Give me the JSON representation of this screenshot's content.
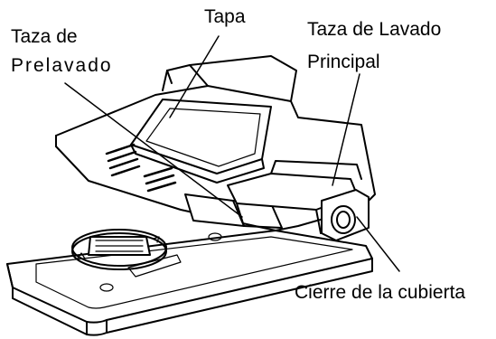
{
  "labels": {
    "lid": "Tapa",
    "prewash_cup_line1": "Taza de",
    "prewash_cup_line2": "Prelavado",
    "main_wash_cup_line1": "Taza de Lavado",
    "main_wash_cup_line2": "Principal",
    "cover_latch": "Cierre de la cubierta"
  },
  "colors": {
    "line": "#000000",
    "background": "#ffffff"
  }
}
